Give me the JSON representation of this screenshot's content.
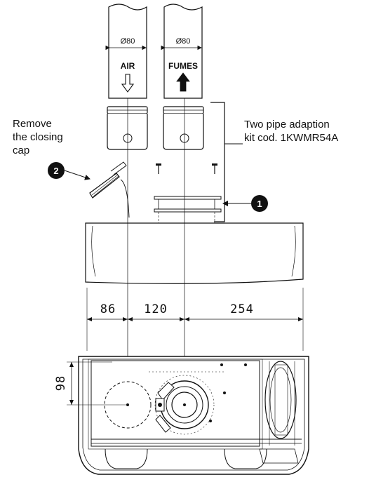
{
  "pipes": [
    {
      "diameter": "Ø80",
      "label": "AIR",
      "direction": "down",
      "arrow_icon": "outline-arrow-down-icon"
    },
    {
      "diameter": "Ø80",
      "label": "FUMES",
      "direction": "up",
      "arrow_icon": "solid-arrow-up-icon"
    }
  ],
  "callouts": {
    "remove_cap": [
      "Remove",
      "the closing",
      "cap"
    ],
    "adaption_kit": [
      "Two pipe adaption",
      "kit cod. 1KWMR54A"
    ]
  },
  "badges": {
    "first": "1",
    "second": "2"
  },
  "dimensions": {
    "horizontal": [
      "86",
      "120",
      "254"
    ],
    "vertical": "98"
  },
  "colors": {
    "line": "#111111",
    "badge": "#111111",
    "background": "#ffffff"
  }
}
